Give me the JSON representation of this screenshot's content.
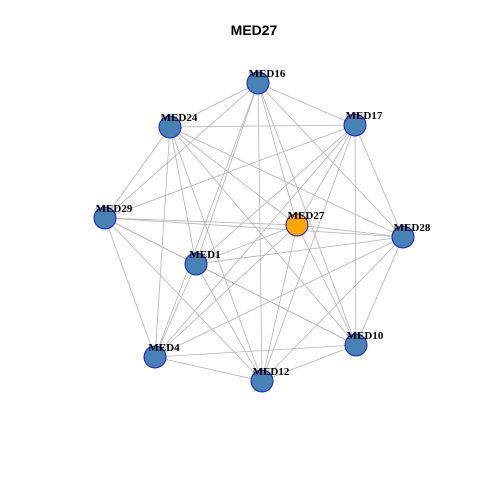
{
  "title": "MED27",
  "colors": {
    "focus_node": "#FFA500",
    "other_node": "#4682B4",
    "node_border": "#1a1ad6",
    "edge": "#b3b3b3"
  },
  "nodes": [
    {
      "id": "MED16",
      "label": "MED16",
      "focus": false
    },
    {
      "id": "MED24",
      "label": "MED24",
      "focus": false
    },
    {
      "id": "MED17",
      "label": "MED17",
      "focus": false
    },
    {
      "id": "MED29",
      "label": "MED29",
      "focus": false
    },
    {
      "id": "MED27",
      "label": "MED27",
      "focus": true
    },
    {
      "id": "MED28",
      "label": "MED28",
      "focus": false
    },
    {
      "id": "MED1",
      "label": "MED1",
      "focus": false
    },
    {
      "id": "MED10",
      "label": "MED10",
      "focus": false
    },
    {
      "id": "MED4",
      "label": "MED4",
      "focus": false
    },
    {
      "id": "MED12",
      "label": "MED12",
      "focus": false
    }
  ],
  "edges": [
    [
      "MED16",
      "MED24"
    ],
    [
      "MED16",
      "MED17"
    ],
    [
      "MED16",
      "MED29"
    ],
    [
      "MED16",
      "MED27"
    ],
    [
      "MED16",
      "MED28"
    ],
    [
      "MED16",
      "MED1"
    ],
    [
      "MED16",
      "MED10"
    ],
    [
      "MED16",
      "MED4"
    ],
    [
      "MED16",
      "MED12"
    ],
    [
      "MED24",
      "MED17"
    ],
    [
      "MED24",
      "MED29"
    ],
    [
      "MED24",
      "MED27"
    ],
    [
      "MED24",
      "MED28"
    ],
    [
      "MED24",
      "MED1"
    ],
    [
      "MED24",
      "MED10"
    ],
    [
      "MED24",
      "MED4"
    ],
    [
      "MED24",
      "MED12"
    ],
    [
      "MED17",
      "MED29"
    ],
    [
      "MED17",
      "MED27"
    ],
    [
      "MED17",
      "MED28"
    ],
    [
      "MED17",
      "MED1"
    ],
    [
      "MED17",
      "MED10"
    ],
    [
      "MED17",
      "MED4"
    ],
    [
      "MED17",
      "MED12"
    ],
    [
      "MED29",
      "MED27"
    ],
    [
      "MED29",
      "MED28"
    ],
    [
      "MED29",
      "MED1"
    ],
    [
      "MED29",
      "MED10"
    ],
    [
      "MED29",
      "MED4"
    ],
    [
      "MED29",
      "MED12"
    ],
    [
      "MED27",
      "MED28"
    ],
    [
      "MED27",
      "MED1"
    ],
    [
      "MED27",
      "MED10"
    ],
    [
      "MED27",
      "MED4"
    ],
    [
      "MED27",
      "MED12"
    ],
    [
      "MED28",
      "MED1"
    ],
    [
      "MED28",
      "MED10"
    ],
    [
      "MED28",
      "MED4"
    ],
    [
      "MED28",
      "MED12"
    ],
    [
      "MED1",
      "MED10"
    ],
    [
      "MED1",
      "MED4"
    ],
    [
      "MED1",
      "MED12"
    ],
    [
      "MED10",
      "MED4"
    ],
    [
      "MED10",
      "MED12"
    ],
    [
      "MED4",
      "MED12"
    ]
  ]
}
